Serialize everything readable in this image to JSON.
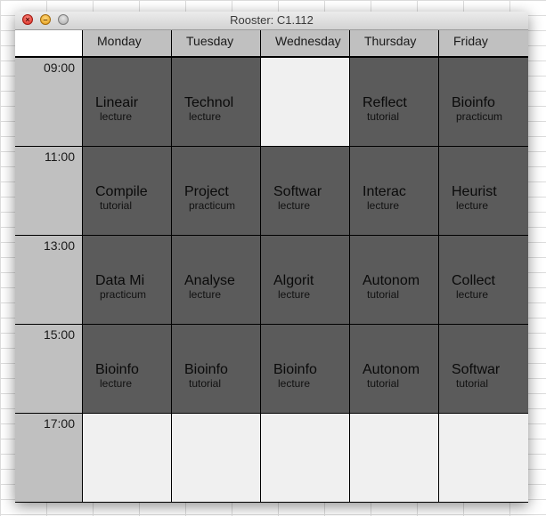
{
  "window": {
    "title": "Rooster: C1.112"
  },
  "days": [
    "Monday",
    "Tuesday",
    "Wednesday",
    "Thursday",
    "Friday"
  ],
  "times": [
    "09:00",
    "11:00",
    "13:00",
    "15:00",
    "17:00"
  ],
  "rows": [
    {
      "time": "09:00",
      "slots": [
        {
          "course": "Lineair",
          "kind": "lecture"
        },
        {
          "course": "Technol",
          "kind": "lecture"
        },
        {
          "empty": true
        },
        {
          "course": "Reflect",
          "kind": "tutorial"
        },
        {
          "course": "Bioinfo",
          "kind": "practicum"
        }
      ]
    },
    {
      "time": "11:00",
      "slots": [
        {
          "course": "Compile",
          "kind": "tutorial"
        },
        {
          "course": "Project",
          "kind": "practicum"
        },
        {
          "course": "Softwar",
          "kind": "lecture"
        },
        {
          "course": "Interac",
          "kind": "lecture"
        },
        {
          "course": "Heurist",
          "kind": "lecture"
        }
      ]
    },
    {
      "time": "13:00",
      "slots": [
        {
          "course": "Data Mi",
          "kind": "practicum"
        },
        {
          "course": "Analyse",
          "kind": "lecture"
        },
        {
          "course": "Algorit",
          "kind": "lecture"
        },
        {
          "course": "Autonom",
          "kind": "tutorial"
        },
        {
          "course": "Collect",
          "kind": "lecture"
        }
      ]
    },
    {
      "time": "15:00",
      "slots": [
        {
          "course": "Bioinfo",
          "kind": "lecture"
        },
        {
          "course": "Bioinfo",
          "kind": "tutorial"
        },
        {
          "course": "Bioinfo",
          "kind": "lecture"
        },
        {
          "course": "Autonom",
          "kind": "tutorial"
        },
        {
          "course": "Softwar",
          "kind": "tutorial"
        }
      ]
    },
    {
      "time": "17:00",
      "slots": [
        {
          "empty": true
        },
        {
          "empty": true
        },
        {
          "empty": true
        },
        {
          "empty": true
        },
        {
          "empty": true
        }
      ]
    }
  ]
}
